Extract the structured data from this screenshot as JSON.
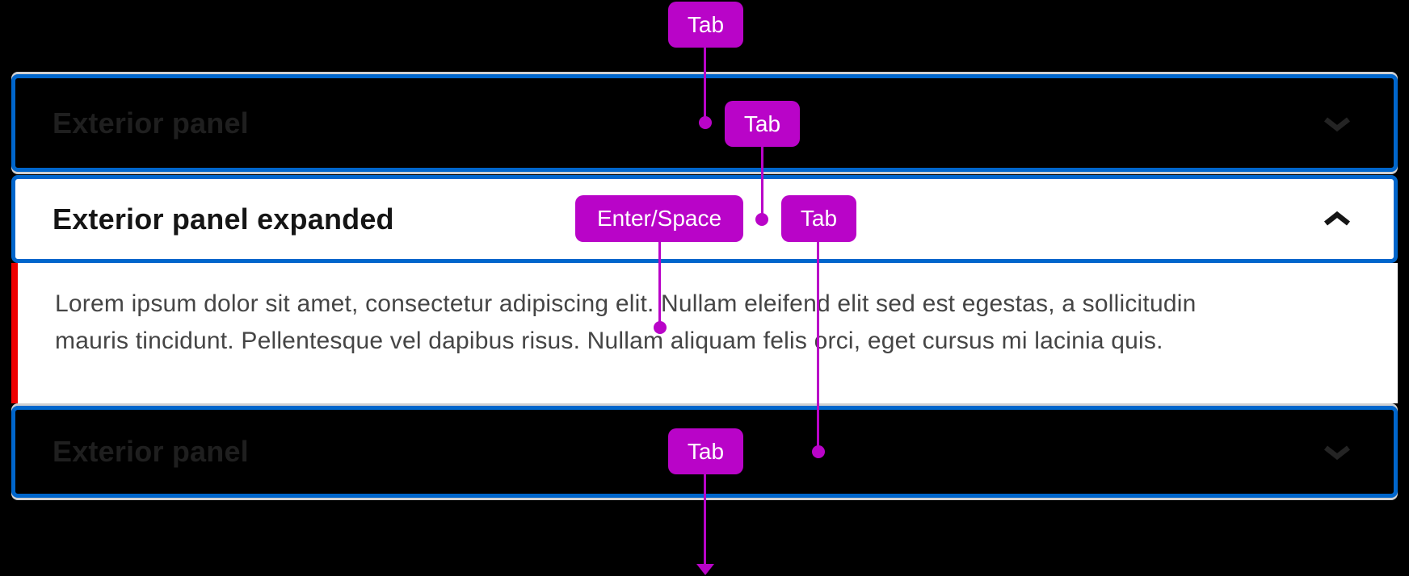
{
  "accordion": {
    "panels": [
      {
        "title": "Exterior panel",
        "state": "collapsed"
      },
      {
        "title": "Exterior panel expanded",
        "state": "expanded",
        "body_lines": [
          "Lorem ipsum dolor sit amet, consectetur adipiscing elit. Nullam eleifend elit sed est egestas, a sollicitudin",
          "mauris tincidunt. Pellentesque vel dapibus risus. Nullam aliquam felis orci, eget cursus mi lacinia quis."
        ]
      },
      {
        "title": "Exterior panel",
        "state": "collapsed"
      }
    ]
  },
  "annotations": {
    "badges": [
      {
        "label": "Tab"
      },
      {
        "label": "Tab"
      },
      {
        "label": "Enter/Space"
      },
      {
        "label": "Tab"
      },
      {
        "label": "Tab"
      }
    ]
  },
  "colors": {
    "focus_ring": "#0066CC",
    "annotation": "#B904C8",
    "expanded_accent": "#EE0000",
    "panel_edge": "#CFD0D2"
  }
}
